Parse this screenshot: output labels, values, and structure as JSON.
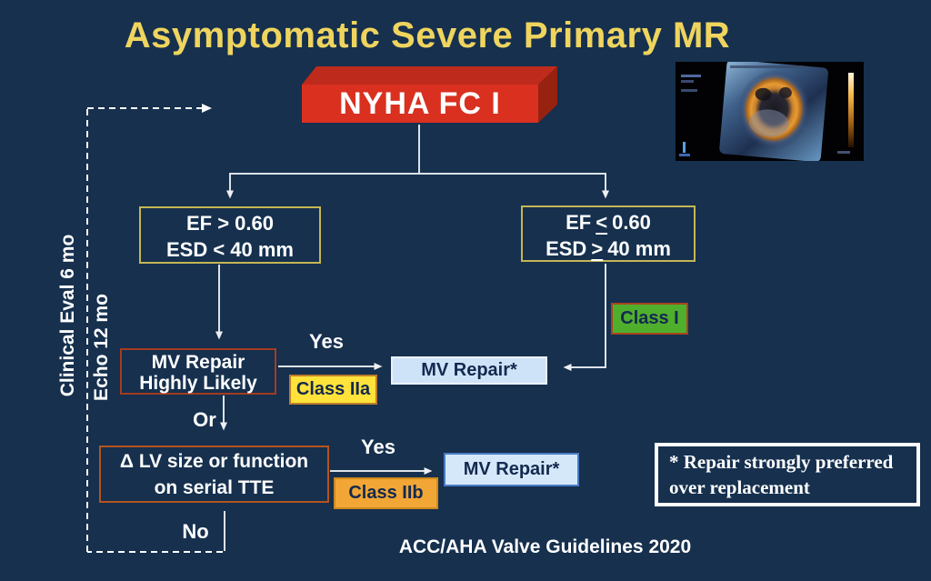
{
  "slide": {
    "title": "Asymptomatic Severe Primary MR",
    "source": "ACC/AHA Valve Guidelines 2020"
  },
  "root_box": {
    "label": "NYHA FC I"
  },
  "surveillance": {
    "clinical": "Clinical Eval 6 mo",
    "echo": "Echo 12 mo"
  },
  "criteria_left": {
    "line1": "EF > 0.60",
    "line2": "ESD < 40 mm"
  },
  "criteria_right": {
    "line1_pre": "EF",
    "line1_op": "<",
    "line1_val": "0.60",
    "line2_pre": "ESD",
    "line2_op": ">",
    "line2_val": "40 mm"
  },
  "decision_labels": {
    "yes_top": "Yes",
    "yes_bottom": "Yes",
    "or": "Or",
    "no": "No"
  },
  "boxes": {
    "repair_likely_line1": "MV Repair",
    "repair_likely_line2": "Highly Likely",
    "delta_line1": "Δ LV size or function",
    "delta_line2": "on serial TTE"
  },
  "badges": {
    "class_i": "Class I",
    "class_iia": "Class IIa",
    "class_iib": "Class IIb"
  },
  "outcomes": {
    "repair_top": "MV Repair*",
    "repair_bottom": "MV Repair*"
  },
  "footnote": {
    "line1": "* Repair strongly preferred",
    "line2": "over replacement"
  },
  "colors": {
    "background": "#16304E",
    "title_text": "#EFD45E",
    "nyha_red_front": "#D93020",
    "nyha_red_top": "#BE2A1B",
    "nyha_red_side": "#97220F",
    "criteria_border": "#C5B654",
    "action_border": "#A33D20",
    "class_i_green": "#4FAF2D",
    "class_iia_yellow": "#FFE23A",
    "class_iib_orange": "#F2A636",
    "outcome_blue_fill": "#CFE3F8",
    "outcome_blue_border": "#4A7BC4",
    "connector": "#DDE2E7"
  }
}
